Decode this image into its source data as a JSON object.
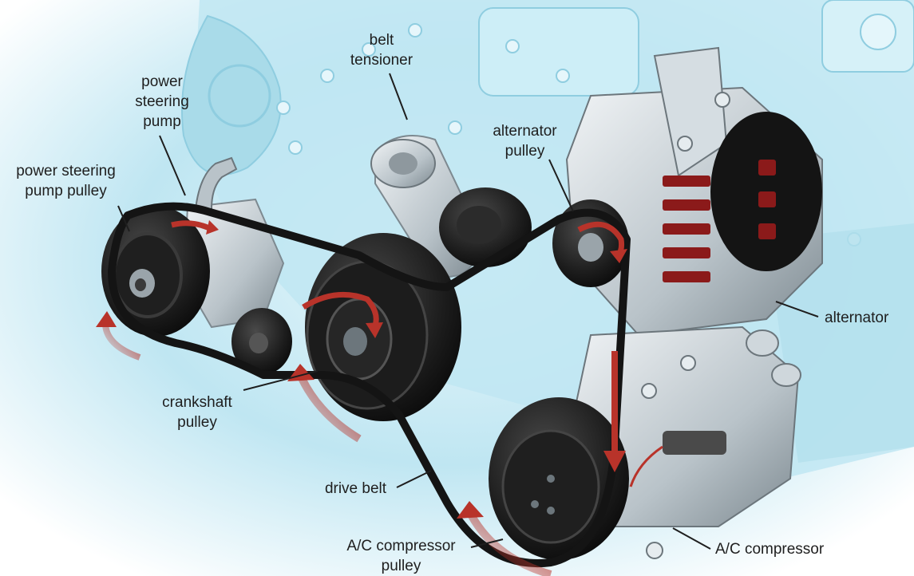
{
  "labels": {
    "belt_tensioner": [
      "belt",
      "tensioner"
    ],
    "power_steering_pump": [
      "power",
      "steering",
      "pump"
    ],
    "power_steering_pump_pulley": [
      "power steering",
      "pump pulley"
    ],
    "alternator_pulley": [
      "alternator",
      "pulley"
    ],
    "alternator": [
      "alternator"
    ],
    "crankshaft_pulley": [
      "crankshaft",
      "pulley"
    ],
    "drive_belt": [
      "drive belt"
    ],
    "ac_compressor_pulley": [
      "A/C compressor",
      "pulley"
    ],
    "ac_compressor": [
      "A/C compressor"
    ]
  },
  "colors": {
    "background_engine": "#bfe6f2",
    "engine_shade": "#8fcde0",
    "belt": "#141414",
    "pulley_dark": "#1c1c1c",
    "pulley_mid": "#3a3a3a",
    "metal_light": "#dfe6ea",
    "metal_mid": "#9fa9b0",
    "alternator_red": "#8b1a1a",
    "arrow_red": "#b8332a",
    "leader_line": "#1e1e1e"
  }
}
